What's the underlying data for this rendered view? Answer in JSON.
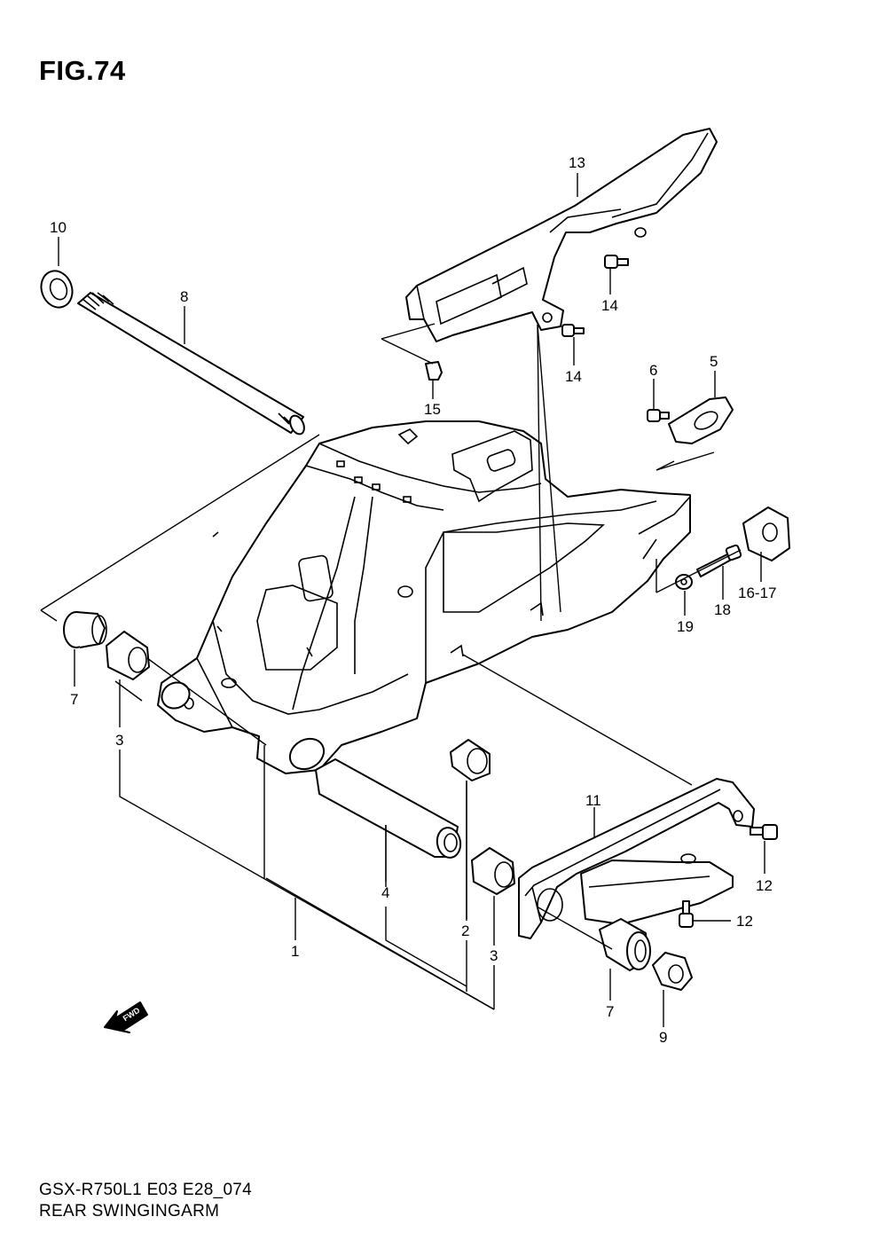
{
  "figure": {
    "title": "FIG.74",
    "model_code": "GSX-R750L1 E03 E28_074",
    "caption": "REAR SWINGINGARM",
    "fwd_marker": "FWD"
  },
  "callouts": [
    {
      "id": "1",
      "text": "1"
    },
    {
      "id": "2",
      "text": "2"
    },
    {
      "id": "3a",
      "text": "3"
    },
    {
      "id": "3b",
      "text": "3"
    },
    {
      "id": "4",
      "text": "4"
    },
    {
      "id": "5",
      "text": "5"
    },
    {
      "id": "6",
      "text": "6"
    },
    {
      "id": "7a",
      "text": "7"
    },
    {
      "id": "7b",
      "text": "7"
    },
    {
      "id": "8",
      "text": "8"
    },
    {
      "id": "9",
      "text": "9"
    },
    {
      "id": "10",
      "text": "10"
    },
    {
      "id": "11",
      "text": "11"
    },
    {
      "id": "12a",
      "text": "12"
    },
    {
      "id": "12b",
      "text": "12"
    },
    {
      "id": "13",
      "text": "13"
    },
    {
      "id": "14a",
      "text": "14"
    },
    {
      "id": "14b",
      "text": "14"
    },
    {
      "id": "15",
      "text": "15"
    },
    {
      "id": "16-17",
      "text": "16-17"
    },
    {
      "id": "18",
      "text": "18"
    },
    {
      "id": "19",
      "text": "19"
    }
  ]
}
